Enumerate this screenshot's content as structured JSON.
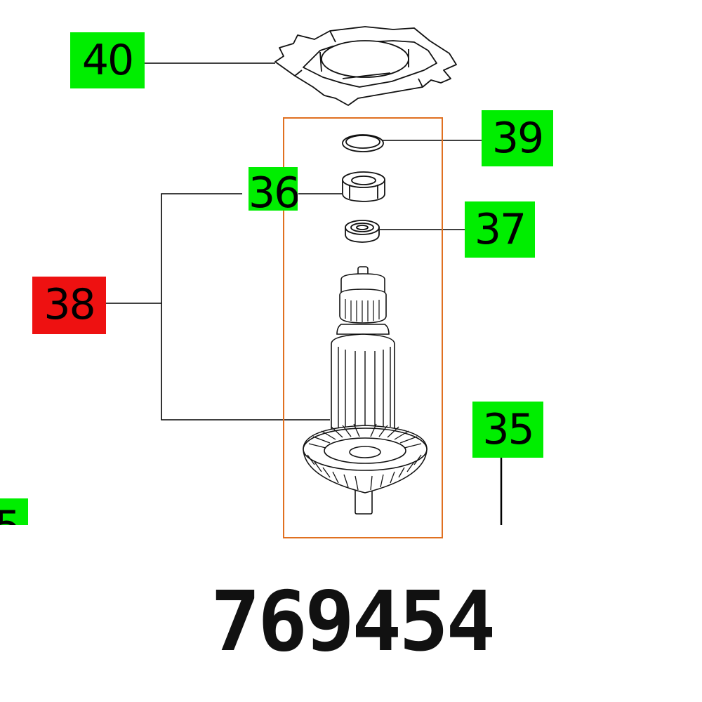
{
  "callouts": {
    "c40": "40",
    "c39": "39",
    "c36": "36",
    "c37": "37",
    "c38": "38",
    "c35": "35",
    "c_partial": "5"
  },
  "part_number": "769454",
  "colors": {
    "available": "#00ee00",
    "highlighted": "#ee1111",
    "selection_frame": "#e07020"
  }
}
